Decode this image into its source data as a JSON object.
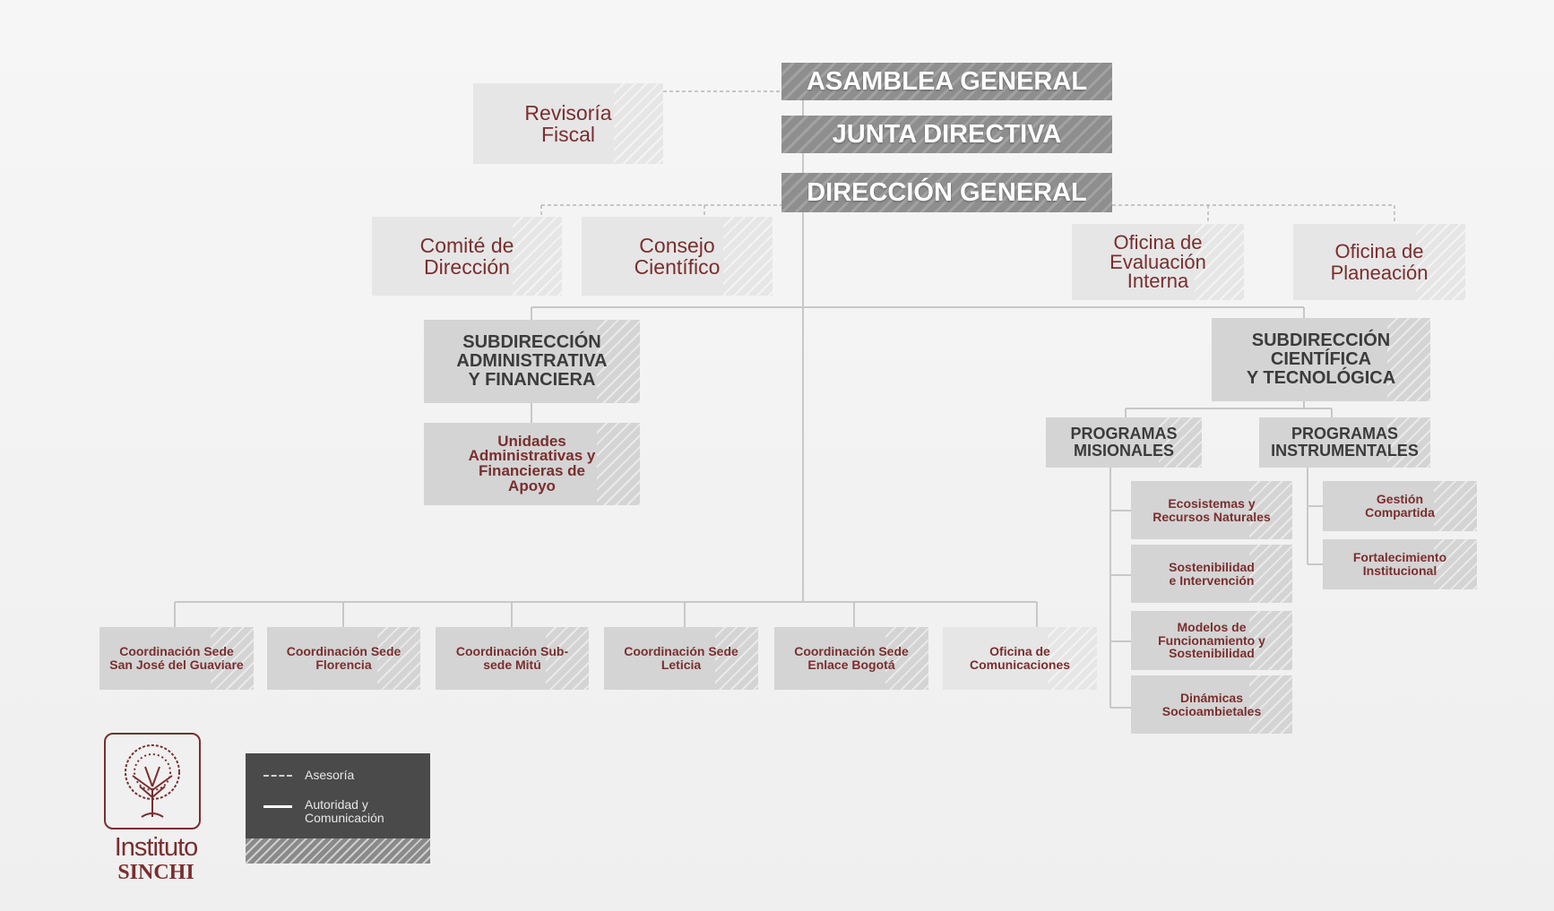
{
  "top": {
    "asamblea": "ASAMBLEA GENERAL",
    "junta": "JUNTA DIRECTIVA",
    "direccion": "DIRECCIÓN GENERAL"
  },
  "advisory": {
    "revisoria": [
      "Revisoría",
      "Fiscal"
    ],
    "comite": [
      "Comité de",
      "Dirección"
    ],
    "consejo": [
      "Consejo",
      "Científico"
    ],
    "evaluacion": [
      "Oficina de",
      "Evaluación",
      "Interna"
    ],
    "planeacion": [
      "Oficina de",
      "Planeación"
    ]
  },
  "sub_admin": {
    "title": [
      "SUBDIRECCIÓN",
      "ADMINISTRATIVA",
      "Y FINANCIERA"
    ],
    "unidades": [
      "Unidades",
      "Administrativas y",
      "Financieras de",
      "Apoyo"
    ]
  },
  "sub_cient": {
    "title": [
      "SUBDIRECCIÓN",
      "CIENTÍFICA",
      "Y TECNOLÓGICA"
    ],
    "misionales": [
      "PROGRAMAS",
      "MISIONALES"
    ],
    "instrumentales": [
      "PROGRAMAS",
      "INSTRUMENTALES"
    ],
    "mision_items": [
      [
        "Ecosistemas y",
        "Recursos Naturales"
      ],
      [
        "Sostenibilidad",
        "e Intervención"
      ],
      [
        "Modelos de",
        "Funcionamiento y",
        "Sostenibilidad"
      ],
      [
        "Dinámicas",
        "Socioambietales"
      ]
    ],
    "instr_items": [
      [
        "Gestión",
        "Compartida"
      ],
      [
        "Fortalecimiento",
        "Institucional"
      ]
    ]
  },
  "sedes": [
    [
      "Coordinación Sede",
      "San José del Guaviare"
    ],
    [
      "Coordinación Sede",
      "Florencia"
    ],
    [
      "Coordinación Sub-",
      "sede Mitú"
    ],
    [
      "Coordinación Sede",
      "Leticia"
    ],
    [
      "Coordinación Sede",
      "Enlace Bogotá"
    ],
    [
      "Oficina de",
      "Comunicaciones"
    ]
  ],
  "legend": {
    "asesoria": "Asesoría",
    "autoridad": [
      "Autoridad y",
      "Comunicación"
    ]
  },
  "logo": {
    "name1": "Instituto",
    "name2": "SINCHI"
  },
  "colors": {
    "maroon": "#7a2e2e",
    "dark_box": "#8e8e8e",
    "mid_box": "#d4d4d4",
    "light_box": "#e6e6e6",
    "connector": "#c8c8c8"
  }
}
